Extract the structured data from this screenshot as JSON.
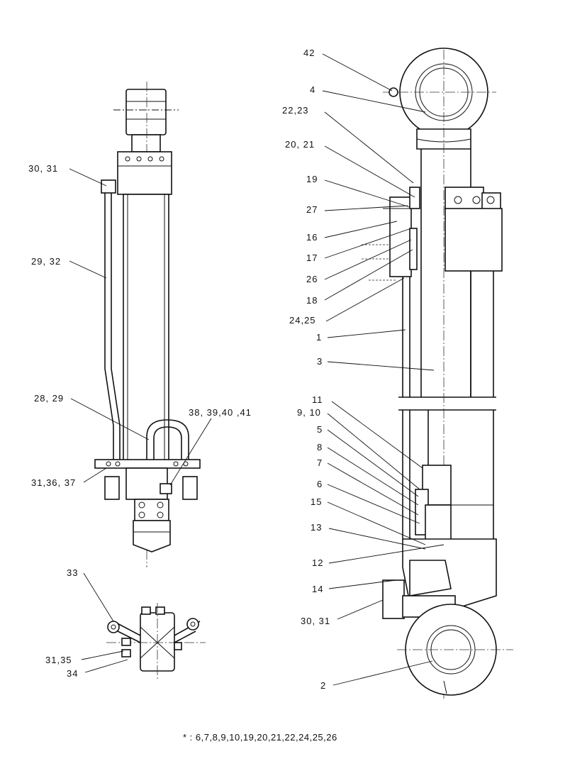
{
  "labels": {
    "l42": "42",
    "l4": "4",
    "l22_23": "22,23",
    "l20_21": "20, 21",
    "l19": "19",
    "l27": "27",
    "l16": "16",
    "l17": "17",
    "l26": "26",
    "l18": "18",
    "l24_25": "24,25",
    "l1": "1",
    "l3": "3",
    "l11": "11",
    "l9_10": "9, 10",
    "l5": "5",
    "l8": "8",
    "l7": "7",
    "l6": "6",
    "l15": "15",
    "l13": "13",
    "l12": "12",
    "l14": "14",
    "l30_31_right": "30, 31",
    "l2": "2",
    "l30_31_left": "30, 31",
    "l29_32": "29, 32",
    "l28_29": "28, 29",
    "l38_41": "38, 39,40 ,41",
    "l31_36_37": "31,36, 37",
    "l33": "33",
    "l31_35": "31,35",
    "l34": "34"
  },
  "footnote": "* : 6,7,8,9,10,19,20,21,22,24,25,26"
}
